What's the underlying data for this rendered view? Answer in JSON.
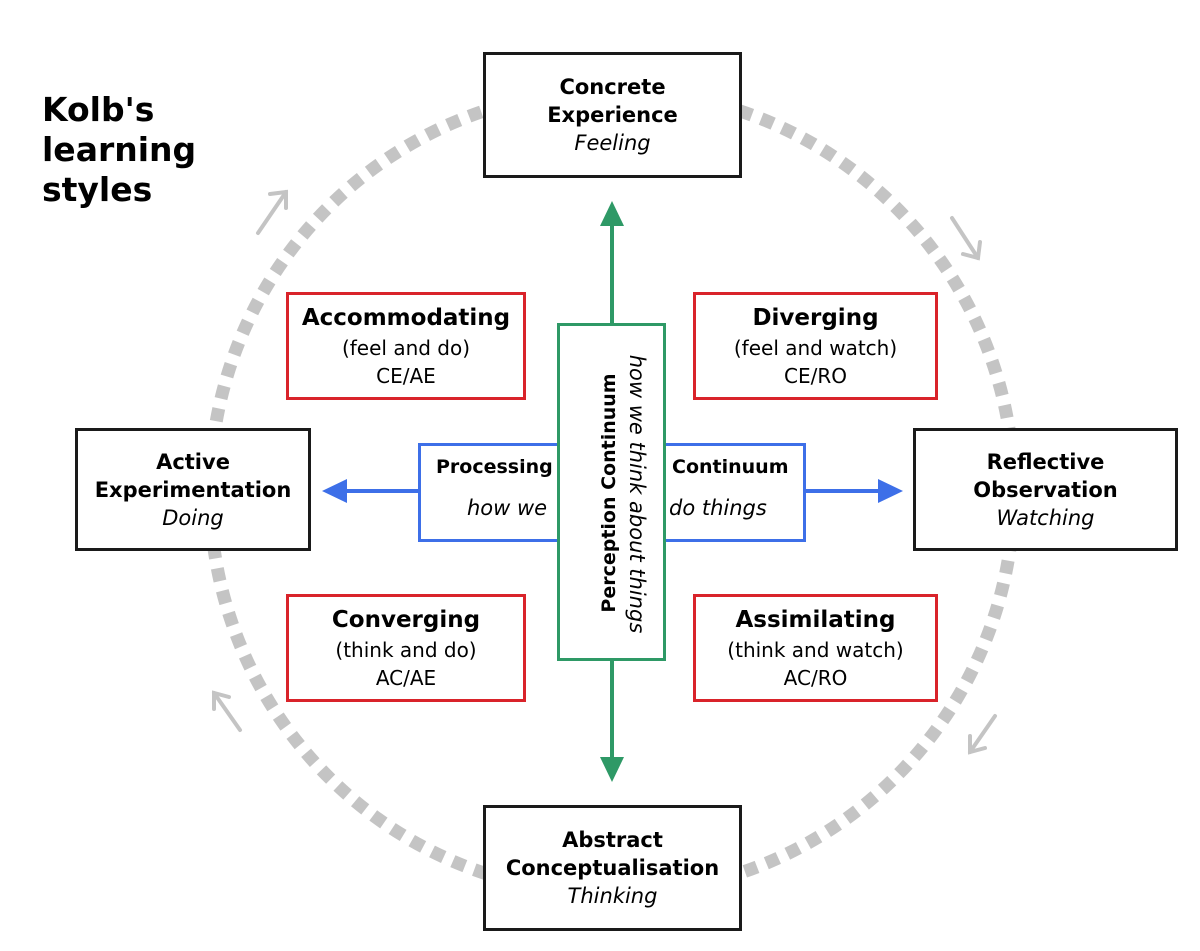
{
  "title": {
    "line1": "Kolb's",
    "line2": "learning",
    "line3": "styles"
  },
  "poles": {
    "top": {
      "title1": "Concrete",
      "title2": "Experience",
      "subtitle": "Feeling"
    },
    "right": {
      "title1": "Reflective",
      "title2": "Observation",
      "subtitle": "Watching"
    },
    "bottom": {
      "title1": "Abstract",
      "title2": "Conceptualisation",
      "subtitle": "Thinking"
    },
    "left": {
      "title1": "Active",
      "title2": "Experimentation",
      "subtitle": "Doing"
    }
  },
  "styles": {
    "accommodating": {
      "name": "Accommodating",
      "desc": "(feel and do)",
      "code": "CE/AE"
    },
    "diverging": {
      "name": "Diverging",
      "desc": "(feel and watch)",
      "code": "CE/RO"
    },
    "converging": {
      "name": "Converging",
      "desc": "(think and do)",
      "code": "AC/AE"
    },
    "assimilating": {
      "name": "Assimilating",
      "desc": "(think and watch)",
      "code": "AC/RO"
    }
  },
  "processing": {
    "label_left": "Processing",
    "label_right": "Continuum",
    "sub_left": "how we",
    "sub_right": "do things"
  },
  "perception": {
    "label": "Perception Continuum",
    "sub": "how we think about things"
  },
  "colors": {
    "pole_border": "#1a1a1a",
    "style_border": "#d9232a",
    "processing": "#3d6fe8",
    "perception": "#2e9966",
    "cycle": "#c4c4c4"
  }
}
